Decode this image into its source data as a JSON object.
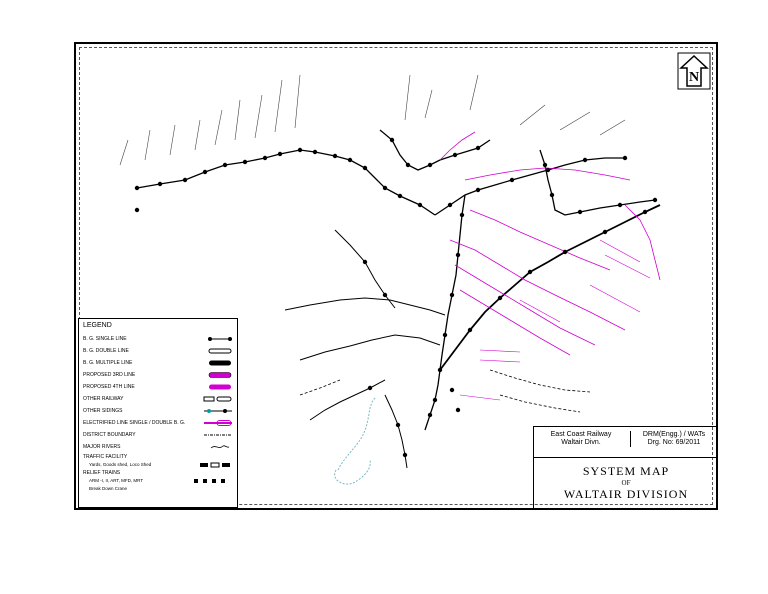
{
  "title_block": {
    "railway": "East Coast Railway",
    "division_short": "Waltair Divn.",
    "drawing_office": "DRM(Engg.) / WATs",
    "drawing_no": "Drg. No: 69/2011",
    "title_line1": "SYSTEM MAP",
    "title_line2": "OF",
    "title_line3": "WALTAIR DIVISION"
  },
  "north_arrow": {
    "letter": "N",
    "icon": "north-arrow-icon"
  },
  "legend": {
    "title": "LEGEND",
    "items": [
      {
        "label": "B. G. SINGLE LINE",
        "symbol": "single-line"
      },
      {
        "label": "B. G. DOUBLE LINE",
        "symbol": "double-line"
      },
      {
        "label": "B. G. MULTIPLE LINE",
        "symbol": "multiple-line"
      },
      {
        "label": "PROPOSED 3RD LINE",
        "symbol": "proposed-3rd"
      },
      {
        "label": "PROPOSED 4TH LINE",
        "symbol": "proposed-4th"
      },
      {
        "label": "OTHER RAILWAY",
        "symbol": "other-railway"
      },
      {
        "label": "OTHER SIDINGS",
        "symbol": "other-sidings"
      },
      {
        "label": "ELECTRIFIED LINE SINGLE / DOUBLE B. G.",
        "symbol": "electrified"
      },
      {
        "label": "DISTRICT BOUNDARY",
        "symbol": "district-boundary"
      },
      {
        "label": "MAJOR RIVERS",
        "symbol": "river"
      },
      {
        "label": "TRAFFIC FACILITY",
        "symbol": "none"
      },
      {
        "label": "RELIEF TRAINS",
        "symbol": "none"
      }
    ],
    "traffic_note": "Yards, Goods shed, Loco Shed",
    "relief_note1": "ARM -I, II, ART, MFD, MRT",
    "relief_note2": "Break Down Crane"
  },
  "colors": {
    "line": "#000000",
    "magenta": "#d000d0",
    "river": "#7ab8c8",
    "station": "#000000"
  }
}
